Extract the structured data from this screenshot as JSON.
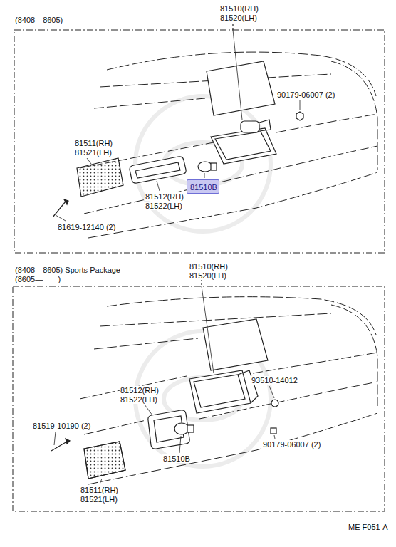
{
  "diagram": {
    "nodes": [
      {
        "text": [
          "81510B"
        ]
      }
    ],
    "labels": [
      "(8408—8605)",
      "81510(RH)",
      "81520(LH)",
      "90179-06007 (2)",
      "81511(RH)",
      "81521(LH)",
      "81512(RH)",
      "81522(LH)",
      "81619-12140 (2)",
      "(8408—8605) Sports Package",
      "(8605—       )",
      "81510(RH)",
      "81520(LH)",
      "93510-14012",
      "81512(RH)",
      "81522(LH)",
      "81519-10190 (2)",
      "90179-06007 (2)",
      "81510B",
      "81511(RH)",
      "81521(LH)",
      "ME F051-A"
    ]
  }
}
